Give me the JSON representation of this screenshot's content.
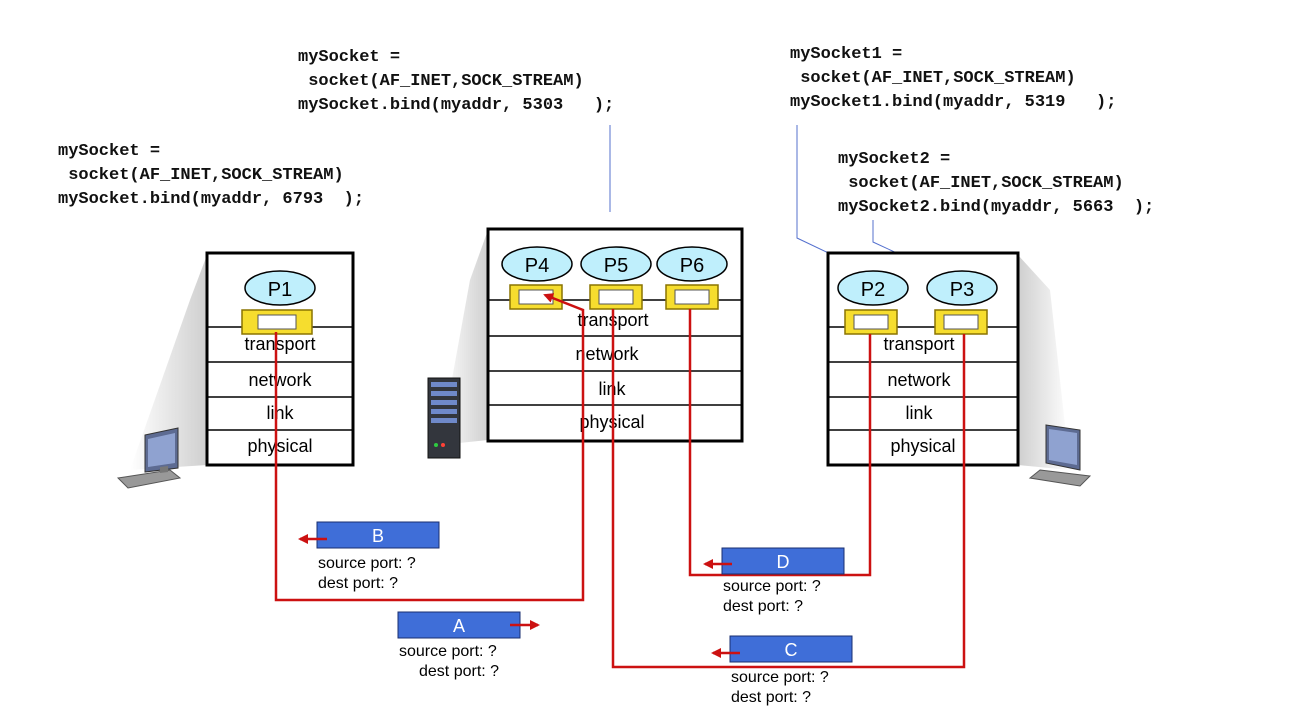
{
  "code_blocks": {
    "left": {
      "line1": "mySocket =",
      "line2": " socket(AF_INET,SOCK_STREAM)",
      "line3": "mySocket.bind(myaddr, 6793  );"
    },
    "center": {
      "line1": "mySocket =",
      "line2": " socket(AF_INET,SOCK_STREAM)",
      "line3": "mySocket.bind(myaddr, 5303   );"
    },
    "right1": {
      "line1": "mySocket1 =",
      "line2": " socket(AF_INET,SOCK_STREAM)",
      "line3": "mySocket1.bind(myaddr, 5319   );"
    },
    "right2": {
      "line1": "mySocket2 =",
      "line2": " socket(AF_INET,SOCK_STREAM)",
      "line3": "mySocket2.bind(myaddr, 5663  );"
    }
  },
  "hosts": {
    "left": {
      "processes": [
        "P1"
      ],
      "layers": [
        "transport",
        "network",
        "link",
        "physical"
      ]
    },
    "server": {
      "processes": [
        "P4",
        "P5",
        "P6"
      ],
      "layers": [
        "transport",
        "network",
        "link",
        "physical"
      ]
    },
    "right": {
      "processes": [
        "P2",
        "P3"
      ],
      "layers": [
        "transport",
        "network",
        "link",
        "physical"
      ]
    }
  },
  "segments": {
    "A": {
      "label": "A",
      "source": "source port: ?",
      "dest": "dest port: ?"
    },
    "B": {
      "label": "B",
      "source": "source port: ?",
      "dest": "dest port: ?"
    },
    "C": {
      "label": "C",
      "source": "source port: ?",
      "dest": "dest port: ?"
    },
    "D": {
      "label": "D",
      "source": "source port: ?",
      "dest": "dest port: ?"
    }
  },
  "colors": {
    "process_fill": "#bfeffc",
    "socket_fill": "#f6dd2e",
    "segment_fill": "#3f6ed8",
    "arrow": "#cc1111",
    "connector": "#5470ce",
    "stack_shadow": "#d9d9d9"
  }
}
